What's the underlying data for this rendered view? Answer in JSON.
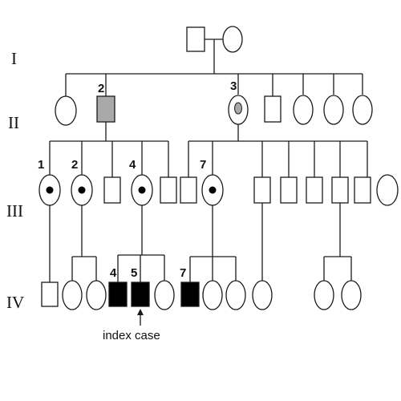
{
  "generations": [
    "I",
    "II",
    "III",
    "IV"
  ],
  "individual_numbers": {
    "II_2": "2",
    "II_3": "3",
    "III_1": "1",
    "III_2": "2",
    "III_4": "4",
    "III_7": "7",
    "IV_4": "4",
    "IV_5": "5",
    "IV_7": "7"
  },
  "index_case_label": "index case",
  "colors": {
    "line": "#1a1a1a",
    "affected": "#000000",
    "partial": "#a9a9a9",
    "background": "#ffffff"
  }
}
